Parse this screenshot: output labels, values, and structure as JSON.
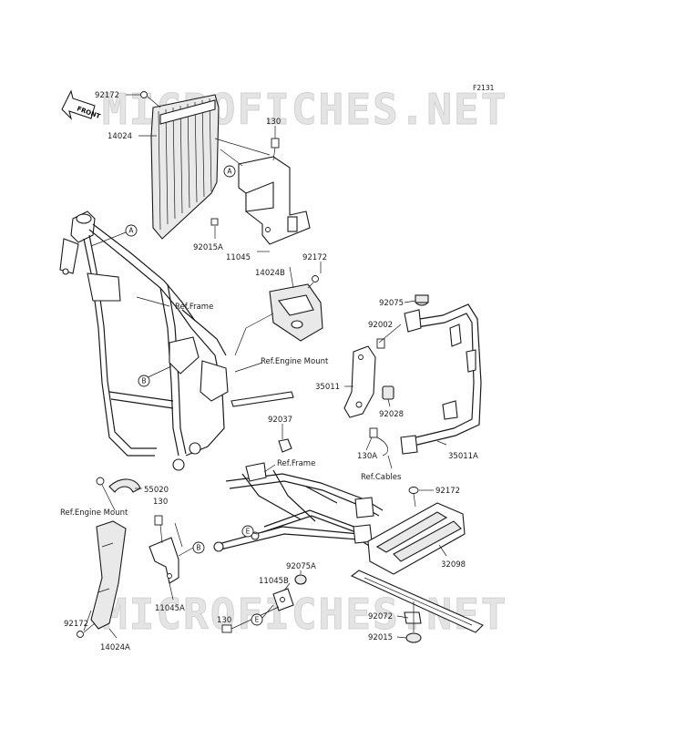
{
  "diagram_code": "F2131",
  "watermark_text": "MICROFICHES.NET",
  "front_label": "FRONT",
  "part_labels": [
    {
      "id": "p92172-top",
      "text": "92172"
    },
    {
      "id": "p14024",
      "text": "14024"
    },
    {
      "id": "p130-top",
      "text": "130"
    },
    {
      "id": "p92015A",
      "text": "92015A"
    },
    {
      "id": "p11045",
      "text": "11045"
    },
    {
      "id": "p92172-mid",
      "text": "92172"
    },
    {
      "id": "p14024B",
      "text": "14024B"
    },
    {
      "id": "p92075",
      "text": "92075"
    },
    {
      "id": "p92002",
      "text": "92002"
    },
    {
      "id": "p35011",
      "text": "35011"
    },
    {
      "id": "p92028",
      "text": "92028"
    },
    {
      "id": "p92037",
      "text": "92037"
    },
    {
      "id": "p130A",
      "text": "130A"
    },
    {
      "id": "p35011A",
      "text": "35011A"
    },
    {
      "id": "p55020",
      "text": "55020"
    },
    {
      "id": "p130-left",
      "text": "130"
    },
    {
      "id": "p92172-right",
      "text": "92172"
    },
    {
      "id": "p32098",
      "text": "32098"
    },
    {
      "id": "p92075A",
      "text": "92075A"
    },
    {
      "id": "p11045B",
      "text": "11045B"
    },
    {
      "id": "p11045A",
      "text": "11045A"
    },
    {
      "id": "p130-bottom",
      "text": "130"
    },
    {
      "id": "p92072",
      "text": "92072"
    },
    {
      "id": "p92015",
      "text": "92015"
    },
    {
      "id": "p92172-bottom",
      "text": "92172"
    },
    {
      "id": "p14024A",
      "text": "14024A"
    }
  ],
  "ref_labels": [
    {
      "id": "ref-frame-1",
      "text": "Ref.Frame"
    },
    {
      "id": "ref-engine-mount-1",
      "text": "Ref.Engine Mount"
    },
    {
      "id": "ref-cables",
      "text": "Ref.Cables"
    },
    {
      "id": "ref-frame-2",
      "text": "Ref.Frame"
    },
    {
      "id": "ref-engine-mount-2",
      "text": "Ref.Engine Mount"
    }
  ],
  "callouts": [
    {
      "id": "callout-a-1",
      "text": "A"
    },
    {
      "id": "callout-a-2",
      "text": "A"
    },
    {
      "id": "callout-b-1",
      "text": "B"
    },
    {
      "id": "callout-b-2",
      "text": "B"
    },
    {
      "id": "callout-e-1",
      "text": "E"
    },
    {
      "id": "callout-e-2",
      "text": "E"
    }
  ]
}
